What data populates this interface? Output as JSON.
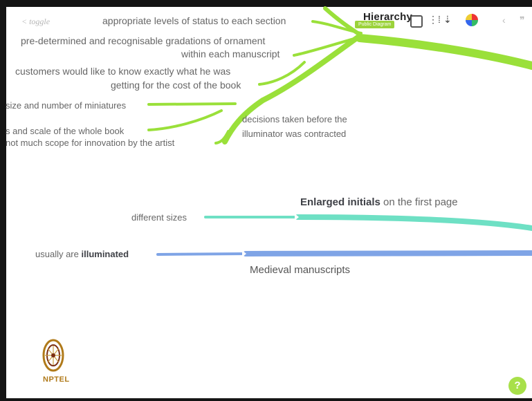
{
  "toggle": "< toggle",
  "toolbar": {
    "title": "Hierarchy",
    "badge": "Public Diagram",
    "icons": [
      "square-icon",
      "grid-icon",
      "palette-icon",
      "share-icon",
      "quote-icon"
    ]
  },
  "branches": {
    "status": "appropriate levels of status to each section",
    "ornament_l1": "pre-determined and recognisable gradations of ornament",
    "ornament_l2": "within each manuscript",
    "customers_l1": "customers would like to know exactly what he was",
    "customers_l2": "getting for the cost of the book",
    "miniatures": "size and number of miniatures",
    "scale": "s and scale of the whole book",
    "scope": "not much scope for innovation by the artist",
    "decisions_l1": "decisions taken before the",
    "decisions_l2": "illuminator was contracted",
    "enlarged_bold": "Enlarged initials",
    "enlarged_rest": " on the first page",
    "sizes": "different sizes",
    "usually_pre": "usually are ",
    "usually_bold": "illuminated",
    "medieval": "Medieval manuscripts"
  },
  "colors": {
    "green_branch": "#9ae03a",
    "teal_branch": "#6ee0c4",
    "blue_branch": "#7fa4e6",
    "help": "#a8e04a"
  },
  "help": "?",
  "logo": "NPTEL"
}
